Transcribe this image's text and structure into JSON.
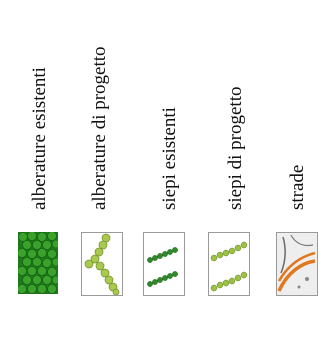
{
  "legend": {
    "items": [
      {
        "id": "alberature-esistenti",
        "label": "alberature esistenti",
        "symbol": "existing-trees-pattern",
        "color": "#2e8b1f"
      },
      {
        "id": "alberature-di-progetto",
        "label": "alberature di progetto",
        "symbol": "project-trees-chain",
        "color": "#a7c84a"
      },
      {
        "id": "siepi-esistenti",
        "label": "siepi esistenti",
        "symbol": "existing-hedges-lines",
        "color": "#2f8a2b"
      },
      {
        "id": "siepi-di-progetto",
        "label": "siepi di progetto",
        "symbol": "project-hedges-lines",
        "color": "#9cc043"
      },
      {
        "id": "strade",
        "label": "strade",
        "symbol": "roads-map",
        "color": "#e07820"
      }
    ]
  }
}
